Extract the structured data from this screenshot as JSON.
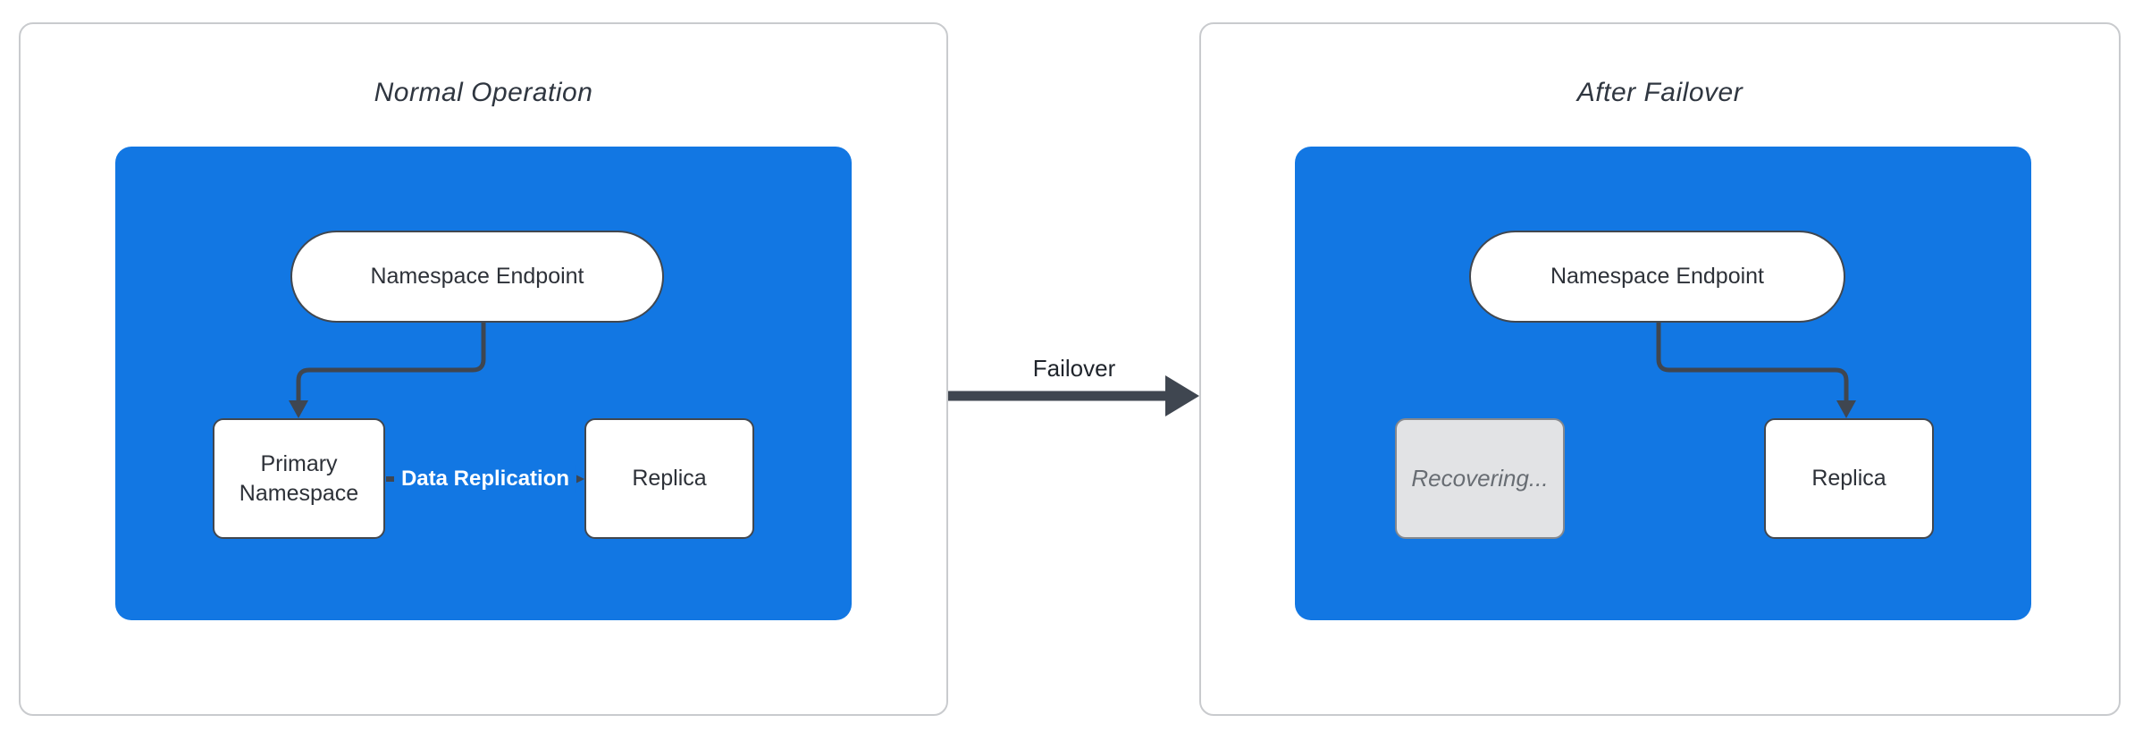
{
  "diagram": {
    "panels": [
      {
        "title": "Normal Operation",
        "endpoint_label": "Namespace Endpoint",
        "primary_label": "Primary Namespace",
        "replica_label": "Replica",
        "replication_label": "Data Replication"
      },
      {
        "title": "After Failover",
        "endpoint_label": "Namespace Endpoint",
        "recovering_label": "Recovering...",
        "replica_label": "Replica"
      }
    ],
    "transition": {
      "label": "Failover"
    },
    "colors": {
      "group_fill": "#1277e3",
      "connector_stroke": "#3f4650",
      "node_border": "#41474f",
      "node_fill": "#ffffff",
      "recovering_fill": "#e2e3e5",
      "recovering_border": "#84888e",
      "recovering_text": "#686d73",
      "panel_border": "#c9cbce",
      "title_text": "#2f3640",
      "replication_label_text": "#ffffff",
      "transition_label_text": "#1f242b"
    }
  }
}
